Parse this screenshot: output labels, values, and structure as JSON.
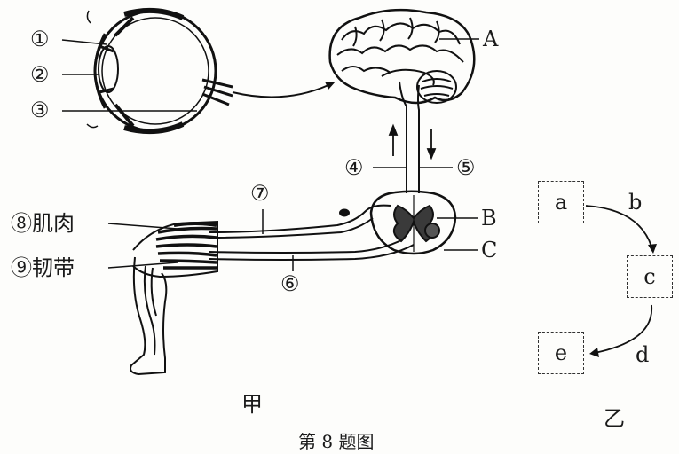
{
  "labels": {
    "n1": "①",
    "n2": "②",
    "n3": "③",
    "n4": "④",
    "n5": "⑤",
    "n6": "⑥",
    "n7": "⑦",
    "n8": "⑧肌肉",
    "n9": "⑨韧带",
    "A": "A",
    "B": "B",
    "C": "C"
  },
  "flow": {
    "a": "a",
    "b": "b",
    "c": "c",
    "d": "d",
    "e": "e"
  },
  "captions": {
    "left": "甲",
    "right": "乙",
    "figure": "第 8 题图"
  }
}
